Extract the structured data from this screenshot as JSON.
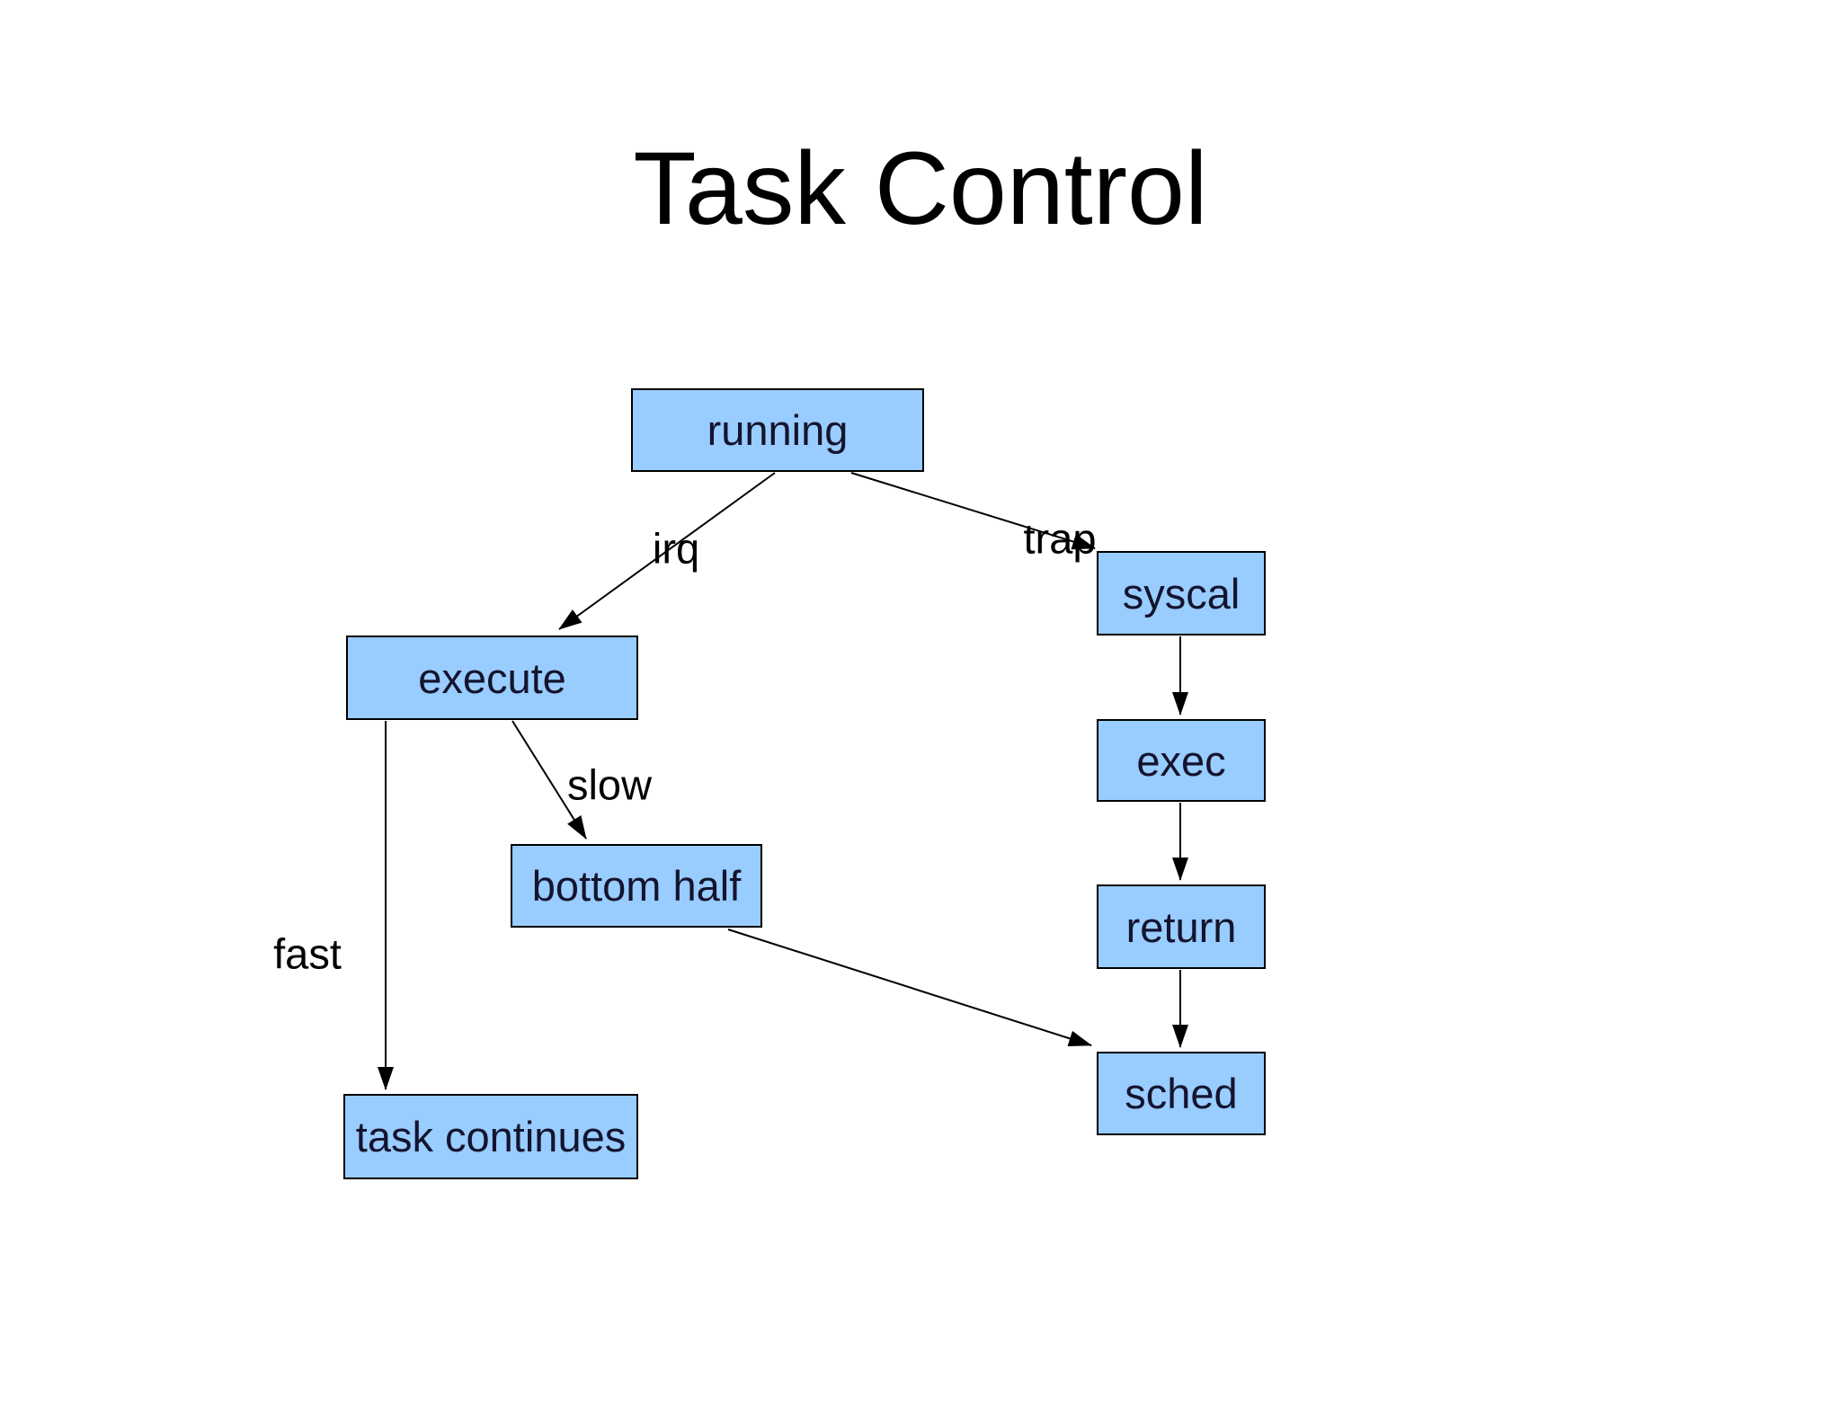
{
  "title": "Task Control",
  "colors": {
    "background": "#ffffff",
    "node_fill": "#99ccff",
    "node_border": "#000000",
    "node_text": "#14142e",
    "edge_line": "#000000",
    "title_text": "#000000"
  },
  "nodes": [
    {
      "id": "running",
      "label": "running"
    },
    {
      "id": "execute",
      "label": "execute"
    },
    {
      "id": "bottom_half",
      "label": "bottom half"
    },
    {
      "id": "task_continues",
      "label": "task continues"
    },
    {
      "id": "syscal",
      "label": "syscal"
    },
    {
      "id": "exec",
      "label": "exec"
    },
    {
      "id": "return",
      "label": "return"
    },
    {
      "id": "sched",
      "label": "sched"
    }
  ],
  "edge_labels": [
    {
      "id": "irq",
      "text": "irq"
    },
    {
      "id": "trap",
      "text": "trap"
    },
    {
      "id": "slow",
      "text": "slow"
    },
    {
      "id": "fast",
      "text": "fast"
    }
  ],
  "edges": [
    {
      "from": "running",
      "to": "execute",
      "label": "irq"
    },
    {
      "from": "running",
      "to": "syscal",
      "label": "trap"
    },
    {
      "from": "execute",
      "to": "bottom half",
      "label": "slow"
    },
    {
      "from": "execute",
      "to": "task continues",
      "label": "fast"
    },
    {
      "from": "bottom half",
      "to": "sched",
      "label": ""
    },
    {
      "from": "syscal",
      "to": "exec",
      "label": ""
    },
    {
      "from": "exec",
      "to": "return",
      "label": ""
    },
    {
      "from": "return",
      "to": "sched",
      "label": ""
    }
  ]
}
